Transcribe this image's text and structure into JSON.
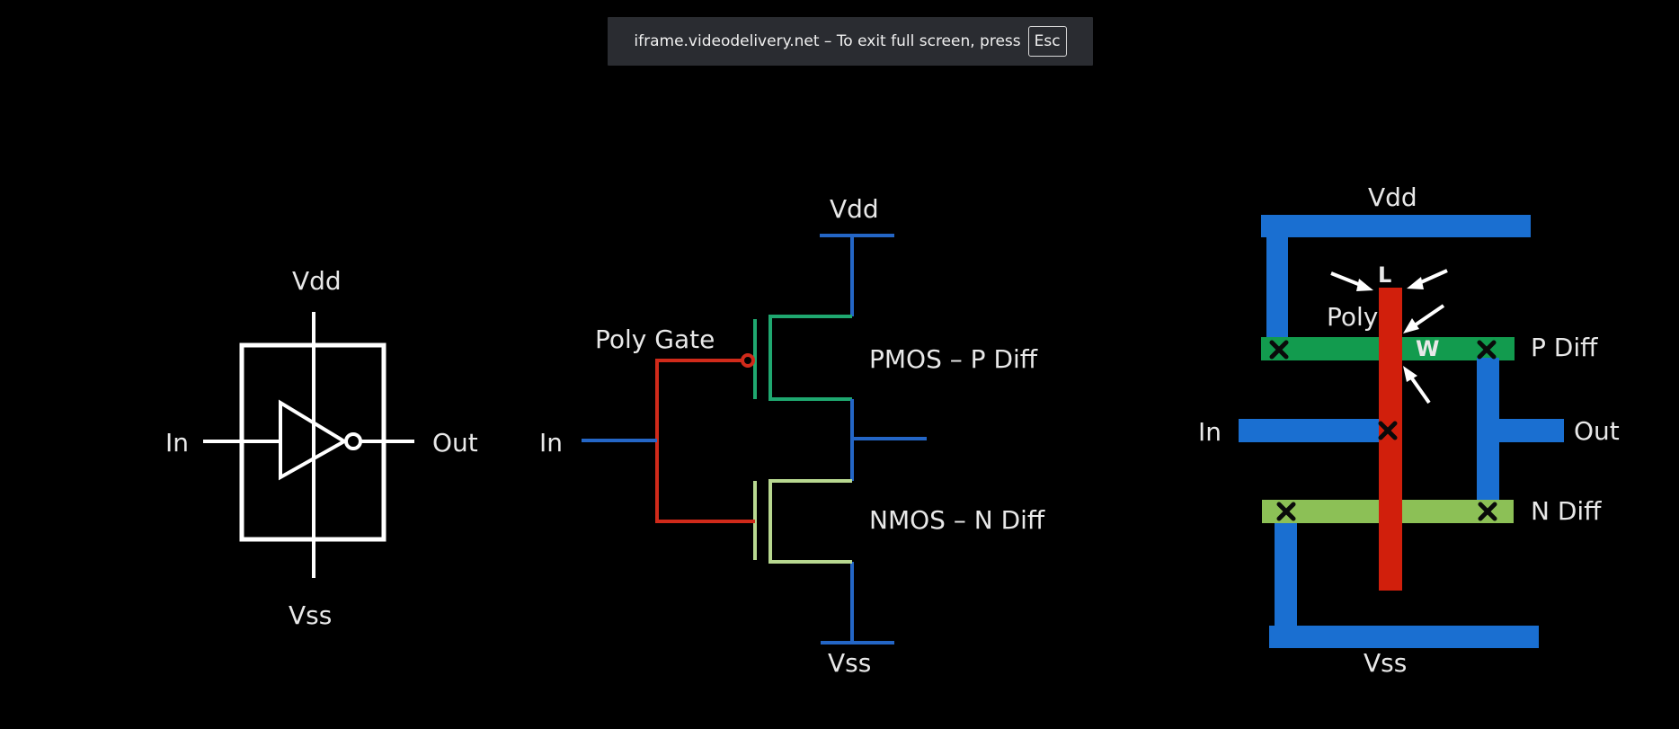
{
  "banner": {
    "message": "iframe.videodelivery.net – To exit full screen, press",
    "key": "Esc"
  },
  "inverter_symbol": {
    "vdd": "Vdd",
    "vss": "Vss",
    "input": "In",
    "output": "Out"
  },
  "transistor_schematic": {
    "vdd": "Vdd",
    "vss": "Vss",
    "input": "In",
    "poly_gate": "Poly Gate",
    "pmos": "PMOS – P Diff",
    "nmos": "NMOS – N Diff"
  },
  "layout_view": {
    "vdd": "Vdd",
    "vss": "Vss",
    "input": "In",
    "output": "Out",
    "poly": "Poly",
    "length": "L",
    "width": "W",
    "p_diff": "P Diff",
    "n_diff": "N Diff"
  },
  "colors": {
    "background": "#000000",
    "metal": "#1a6fd1",
    "poly": "#d11f0c",
    "p_diff": "#129b4e",
    "n_diff": "#8cc056",
    "gate_wire": "#d02a1a",
    "pmos_channel": "#1fa870",
    "nmos_channel": "#b8d890",
    "wire": "#2466c6",
    "symbol": "#ffffff"
  }
}
